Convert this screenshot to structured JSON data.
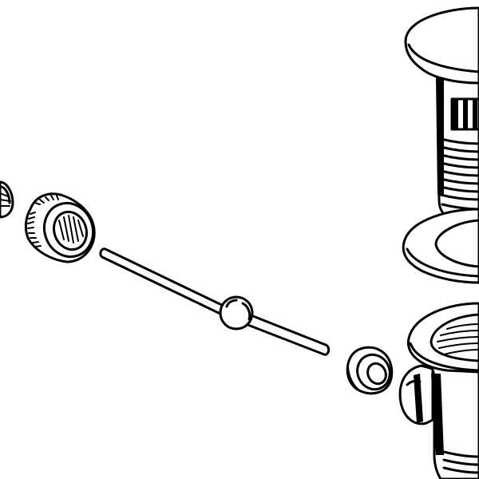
{
  "figure": {
    "parts": [
      {
        "id": "nut-fragment",
        "icon": "cap-nut-icon"
      },
      {
        "id": "knurled-nut",
        "icon": "knurled-nut-icon"
      },
      {
        "id": "pivot-rod",
        "icon": "pivot-rod-icon"
      },
      {
        "id": "pivot-ball",
        "icon": "ball-icon"
      },
      {
        "id": "sleeve-bushing",
        "icon": "bushing-icon"
      },
      {
        "id": "pop-up-stopper",
        "icon": "stopper-icon"
      },
      {
        "id": "flange-washer",
        "icon": "washer-icon"
      },
      {
        "id": "drain-body",
        "icon": "drain-body-icon"
      }
    ],
    "colors": {
      "line": "#000000",
      "fill": "#ffffff"
    }
  }
}
